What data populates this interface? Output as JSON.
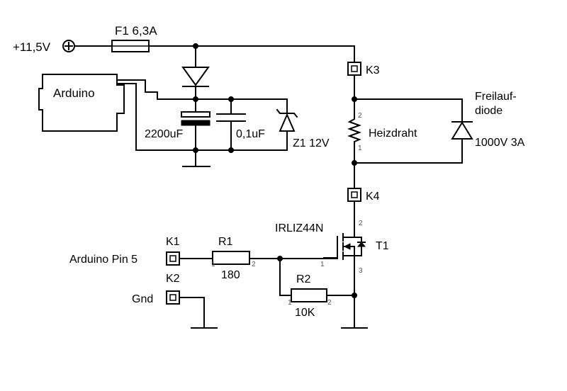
{
  "supply": {
    "label": "+11,5V"
  },
  "fuse": {
    "label": "F1 6,3A"
  },
  "arduino": {
    "label": "Arduino"
  },
  "capacitor_big": {
    "label": "2200uF"
  },
  "capacitor_small": {
    "label": "0,1uF"
  },
  "zener": {
    "label": "Z1 12V"
  },
  "connector_k3": {
    "label": "K3"
  },
  "connector_k4": {
    "label": "K4"
  },
  "heater": {
    "label": "Heizdraht",
    "pin_top": "2",
    "pin_bottom": "1"
  },
  "freewheel_diode": {
    "label_line1": "Freilauf-",
    "label_line2": "diode",
    "rating": "1000V 3A"
  },
  "mosfet": {
    "part": "IRLIZ44N",
    "ref": "T1",
    "pin_drain": "2",
    "pin_gate": "1",
    "pin_source": "3"
  },
  "connector_k1": {
    "label": "K1",
    "signal": "Arduino Pin 5"
  },
  "connector_k2": {
    "label": "K2",
    "signal": "Gnd"
  },
  "resistor_r1": {
    "ref": "R1",
    "value": "180",
    "pin_left": "1",
    "pin_right": "2"
  },
  "resistor_r2": {
    "ref": "R2",
    "value": "10K",
    "pin_left": "1",
    "pin_right": "2"
  }
}
